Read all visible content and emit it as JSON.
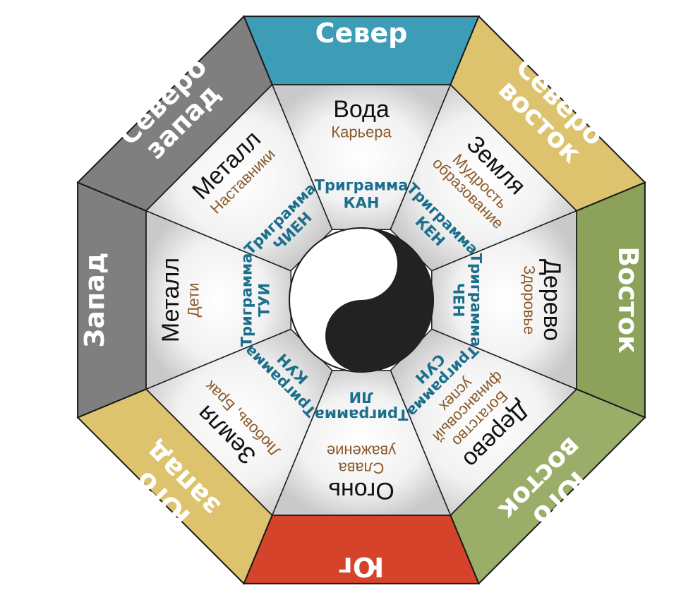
{
  "colors": {
    "north": "#3d9cb6",
    "northeast": "#ddc36e",
    "east": "#8ca25a",
    "southeast": "#9aae6a",
    "south": "#d5432a",
    "southwest": "#ddc36e",
    "west": "#7f7f7f",
    "northwest": "#7f7f7f",
    "inner": "#e6e6e6",
    "outline": "#1a1a1a",
    "yin": "#222222",
    "yang": "#ffffff"
  },
  "sectors": [
    {
      "id": "north",
      "direction": [
        "Север"
      ],
      "element": "Вода",
      "aspect": [
        "Карьера"
      ],
      "trigram": [
        "Триграмма",
        "КАН"
      ]
    },
    {
      "id": "northeast",
      "direction": [
        "Северо",
        "восток"
      ],
      "element": "Земля",
      "aspect": [
        "Мудрость",
        "образование"
      ],
      "trigram": [
        "Триграмма",
        "КЕН"
      ]
    },
    {
      "id": "east",
      "direction": [
        "Восток"
      ],
      "element": "Дерево",
      "aspect": [
        "Здоровье"
      ],
      "trigram": [
        "Триграмма",
        "ЧЕН"
      ]
    },
    {
      "id": "southeast",
      "direction": [
        "Юго",
        "восток"
      ],
      "element": "Дерево",
      "aspect": [
        "Богатство",
        "финансовый",
        "успех"
      ],
      "trigram": [
        "Триграмма",
        "СУН"
      ]
    },
    {
      "id": "south",
      "direction": [
        "Юг"
      ],
      "element": "Огонь",
      "aspect": [
        "Слава",
        "уважение"
      ],
      "trigram": [
        "Триграмма",
        "ЛИ"
      ]
    },
    {
      "id": "southwest",
      "direction": [
        "Юго",
        "запад"
      ],
      "element": "Земля",
      "aspect": [
        "Любовь, Брак"
      ],
      "trigram": [
        "Триграмма",
        "КУН"
      ]
    },
    {
      "id": "west",
      "direction": [
        "Запад"
      ],
      "element": "Металл",
      "aspect": [
        "Дети"
      ],
      "trigram": [
        "Триграмма",
        "ТУИ"
      ]
    },
    {
      "id": "northwest",
      "direction": [
        "Северо",
        "запад"
      ],
      "element": "Металл",
      "aspect": [
        "Наставники"
      ],
      "trigram": [
        "Триграмма",
        "ЧИЕН"
      ]
    }
  ]
}
